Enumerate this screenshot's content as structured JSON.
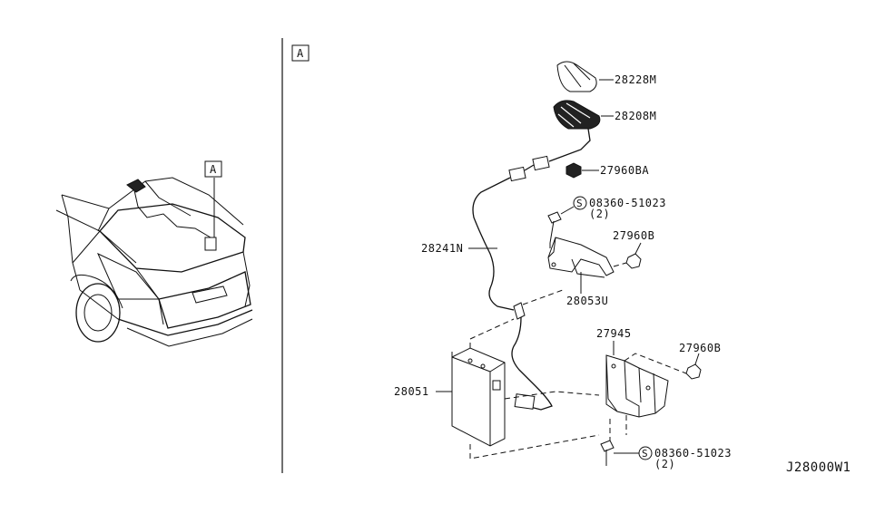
{
  "diagram_code": "J28000W1",
  "detail_marker": "A",
  "parts": {
    "antenna_cover": "28228M",
    "antenna_base": "28208M",
    "nut_top": "27960BA",
    "bolt_upper": "08360-51023",
    "bolt_upper_qty": "(2)",
    "nut_right_upper": "27960B",
    "feeder_cable": "28241N",
    "bracket_upper": "28053U",
    "bracket_lower": "27945",
    "nut_right_lower": "27960B",
    "control_unit": "28051",
    "bolt_lower": "08360-51023",
    "bolt_lower_qty": "(2)"
  },
  "screw_symbol": "S"
}
